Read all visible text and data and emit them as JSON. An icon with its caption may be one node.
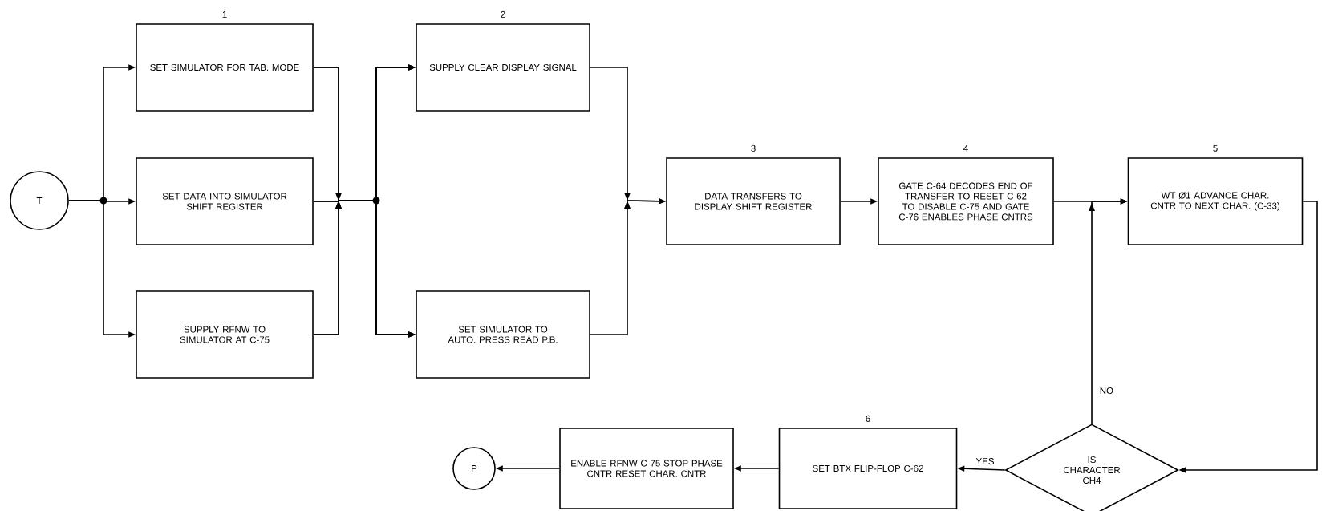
{
  "diagram": {
    "nodes": [
      {
        "text": [
          "T"
        ]
      },
      {
        "text": [
          "SET SIMULATOR FOR TAB. MODE"
        ],
        "beside": [
          "1"
        ]
      },
      {
        "text": [
          "SET DATA INTO SIMULATOR SHIFT REGISTER"
        ]
      },
      {
        "text": [
          "SUPPLY RFNW TO SIMULATOR AT C-75"
        ]
      },
      {
        "text": [
          "SUPPLY CLEAR DISPLAY SIGNAL"
        ],
        "beside": [
          "2"
        ]
      },
      {
        "text": [
          "SET SIMULATOR TO AUTO. PRESS READ P.B."
        ]
      },
      {
        "text": [
          "DATA TRANSFERS TO DISPLAY SHIFT REGISTER"
        ],
        "beside": [
          "3"
        ]
      },
      {
        "text": [
          "GATE C-64 DECODES END OF TRANSFER TO RESET C-62 TO DISABLE C-75 AND GATE C-76 ENABLES PHASE CNTRS"
        ],
        "beside": [
          "4"
        ]
      },
      {
        "text": [
          "WT Ø1 ADVANCE CHAR. CNTR TO NEXT CHAR. (C-33)"
        ],
        "beside": [
          "5"
        ]
      },
      {
        "text": [
          "IS CHARACTER CH4"
        ]
      },
      {
        "text": [
          "SET BTX FLIP-FLOP C-62"
        ],
        "beside": [
          "6"
        ]
      },
      {
        "text": [
          "ENABLE RFNW C-75 STOP PHASE CNTR RESET CHAR. CNTR"
        ]
      },
      {
        "text": [
          "P"
        ]
      }
    ],
    "edges": [
      {
        "from": 0,
        "to": 1,
        "arrow": "to"
      },
      {
        "from": 0,
        "to": 2,
        "arrow": "to"
      },
      {
        "from": 0,
        "to": 3,
        "arrow": "to"
      },
      {
        "from": 1,
        "to": 4,
        "arrow": "to"
      },
      {
        "from": 1,
        "to": 5,
        "arrow": "to"
      },
      {
        "from": 2,
        "to": 4,
        "arrow": "to"
      },
      {
        "from": 2,
        "to": 5,
        "arrow": "to"
      },
      {
        "from": 3,
        "to": 4,
        "arrow": "to"
      },
      {
        "from": 3,
        "to": 5,
        "arrow": "to"
      },
      {
        "from": 4,
        "to": 6,
        "arrow": "to"
      },
      {
        "from": 5,
        "to": 6,
        "arrow": "to"
      },
      {
        "from": 6,
        "to": 7,
        "arrow": "to"
      },
      {
        "from": 7,
        "to": 8,
        "arrow": "to"
      },
      {
        "from": 8,
        "to": 9,
        "arrow": "to"
      },
      {
        "from": 9,
        "to": 8,
        "arrow": "to",
        "label": "NO"
      },
      {
        "from": 9,
        "to": 10,
        "arrow": "to",
        "label": "YES"
      },
      {
        "from": 10,
        "to": 11,
        "arrow": "to"
      },
      {
        "from": 11,
        "to": 12,
        "arrow": "to"
      }
    ]
  }
}
